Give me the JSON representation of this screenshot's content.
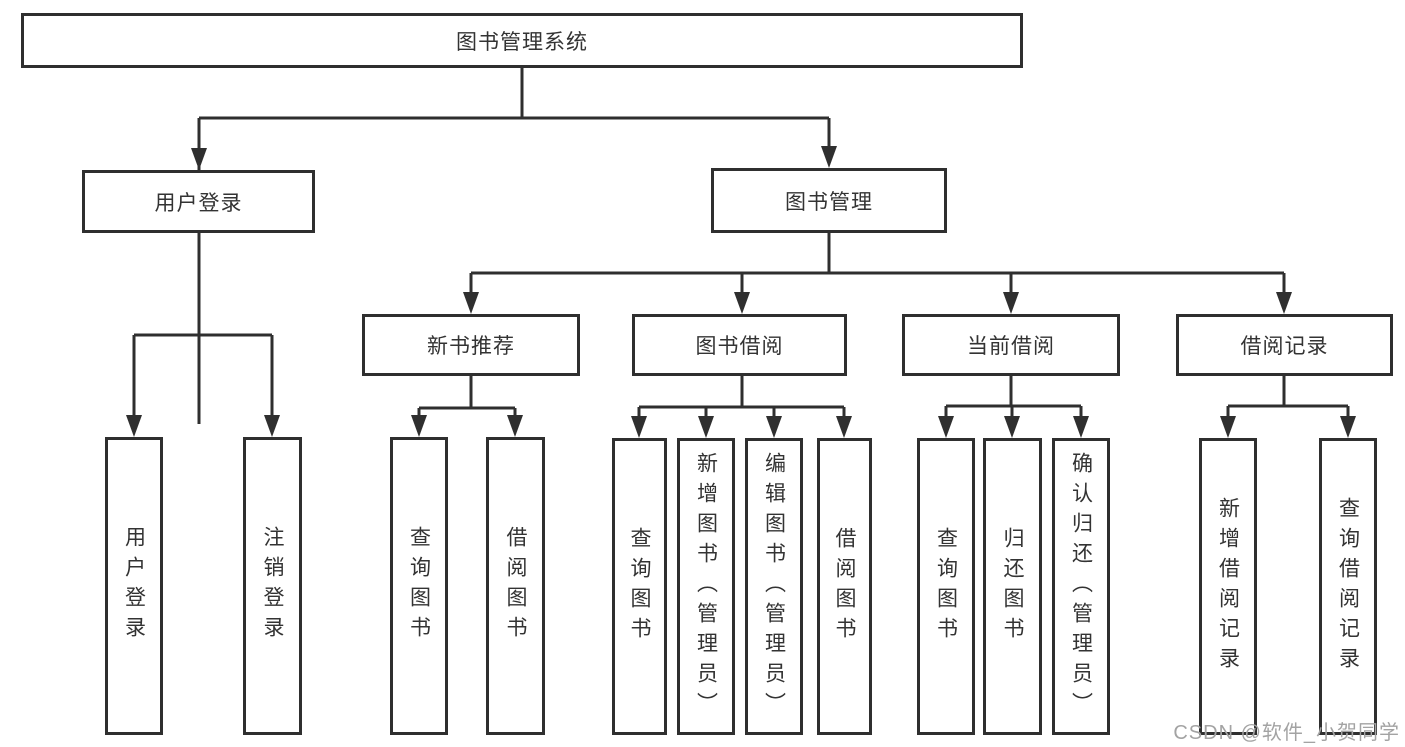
{
  "diagram_title": "图书管理系统",
  "colors": {
    "line": "#2f2f2f",
    "box_border": "#2f2f2f",
    "box_background": "#ffffff",
    "text": "#333333",
    "watermark_text": "#a3a3a3"
  },
  "tree": {
    "label": "图书管理系统",
    "children": [
      {
        "label": "用户登录",
        "children": [
          {
            "label": "用户登录"
          },
          {
            "label": "注销登录"
          }
        ]
      },
      {
        "label": "图书管理",
        "children": [
          {
            "label": "新书推荐",
            "children": [
              {
                "label": "查询图书"
              },
              {
                "label": "借阅图书"
              }
            ]
          },
          {
            "label": "图书借阅",
            "children": [
              {
                "label": "查询图书"
              },
              {
                "label": "新增图书（管理员）"
              },
              {
                "label": "编辑图书（管理员）"
              },
              {
                "label": "借阅图书"
              }
            ]
          },
          {
            "label": "当前借阅",
            "children": [
              {
                "label": "查询图书"
              },
              {
                "label": "归还图书"
              },
              {
                "label": "确认归还（管理员）"
              }
            ]
          },
          {
            "label": "借阅记录",
            "children": [
              {
                "label": "新增借阅记录"
              },
              {
                "label": "查询借阅记录"
              }
            ]
          }
        ]
      }
    ]
  },
  "watermark": {
    "text": "CSDN @软件_小贺同学"
  }
}
